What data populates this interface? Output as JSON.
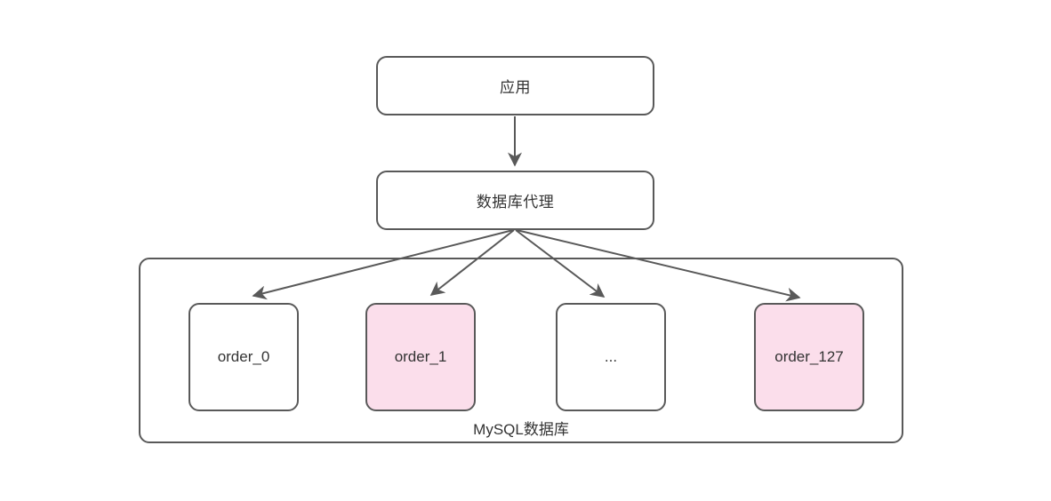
{
  "diagram": {
    "nodes": {
      "app": {
        "label": "应用"
      },
      "proxy": {
        "label": "数据库代理"
      },
      "group": {
        "label": "MySQL数据库"
      },
      "shards": [
        {
          "label": "order_0",
          "highlighted": false
        },
        {
          "label": "order_1",
          "highlighted": true
        },
        {
          "label": "...",
          "highlighted": false
        },
        {
          "label": "order_127",
          "highlighted": true
        }
      ]
    },
    "edges": [
      {
        "from": "应用",
        "to": "数据库代理"
      },
      {
        "from": "数据库代理",
        "to": "order_0"
      },
      {
        "from": "数据库代理",
        "to": "order_1"
      },
      {
        "from": "数据库代理",
        "to": "..."
      },
      {
        "from": "数据库代理",
        "to": "order_127"
      }
    ],
    "colors": {
      "border": "#595959",
      "arrow": "#595959",
      "text": "#333333",
      "node_fill": "#ffffff",
      "highlight_fill": "#fbdeeb"
    }
  }
}
